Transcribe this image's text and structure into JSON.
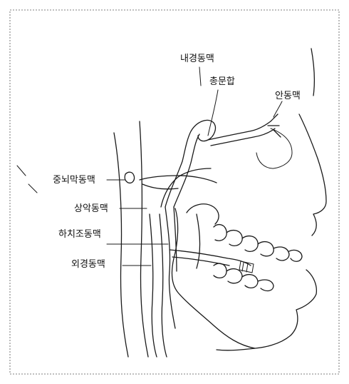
{
  "labels": {
    "internal_carotid": "내경동맥",
    "anastomosis": "총문합",
    "ophthalmic": "안동맥",
    "middle_meningeal": "중뇌막동맥",
    "maxillary": "상악동맥",
    "inferior_alveolar": "하치조동맥",
    "external_carotid": "외경동맥"
  }
}
